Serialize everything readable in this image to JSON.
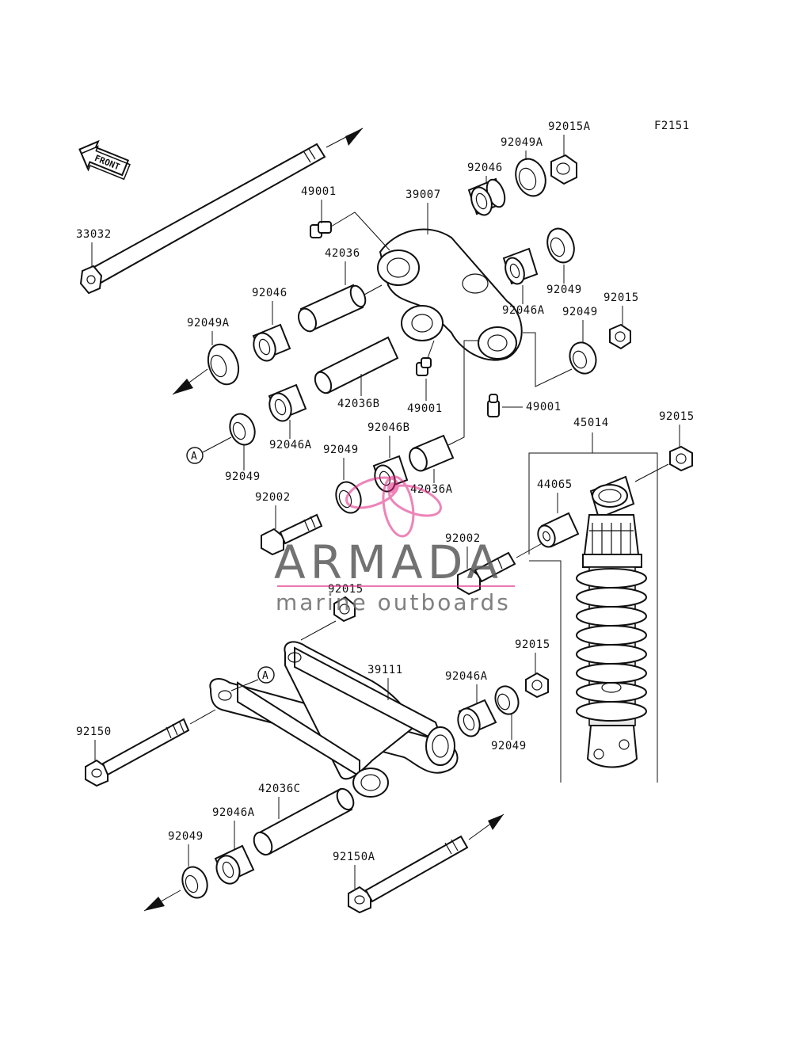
{
  "figure_code": "F2151",
  "front_marker": "FRONT",
  "ref_marker": "A",
  "watermark": {
    "title": "ARMADA",
    "subtitle": "marine outboards",
    "accent_color": "#e0207f"
  },
  "labels": {
    "l33032": "33032",
    "l49001_top": "49001",
    "l39007": "39007",
    "l92046_top": "92046",
    "l92049A_top": "92049A",
    "l92015A": "92015A",
    "l42036": "42036",
    "l92046_left": "92046",
    "l92049A_left": "92049A",
    "l92049_right": "92049",
    "l92046A_mid": "92046A",
    "l92049_right2": "92049",
    "l92015_right": "92015",
    "l42036B": "42036B",
    "l49001_mid": "49001",
    "l49001_right": "49001",
    "l92046A_left": "92046A",
    "l92049_left": "92049",
    "l92046B": "92046B",
    "l92049_center": "92049",
    "l42036A": "42036A",
    "l45014": "45014",
    "l92015_shock": "92015",
    "l44065": "44065",
    "l92002_left": "92002",
    "l92002_center": "92002",
    "l92015_center": "92015",
    "l92015_link": "92015",
    "l39111": "39111",
    "l92046A_link": "92046A",
    "l92049_link": "92049",
    "l92150": "92150",
    "l42036C": "42036C",
    "l92046A_bottom": "92046A",
    "l92049_bottom": "92049",
    "l92150A": "92150A"
  }
}
